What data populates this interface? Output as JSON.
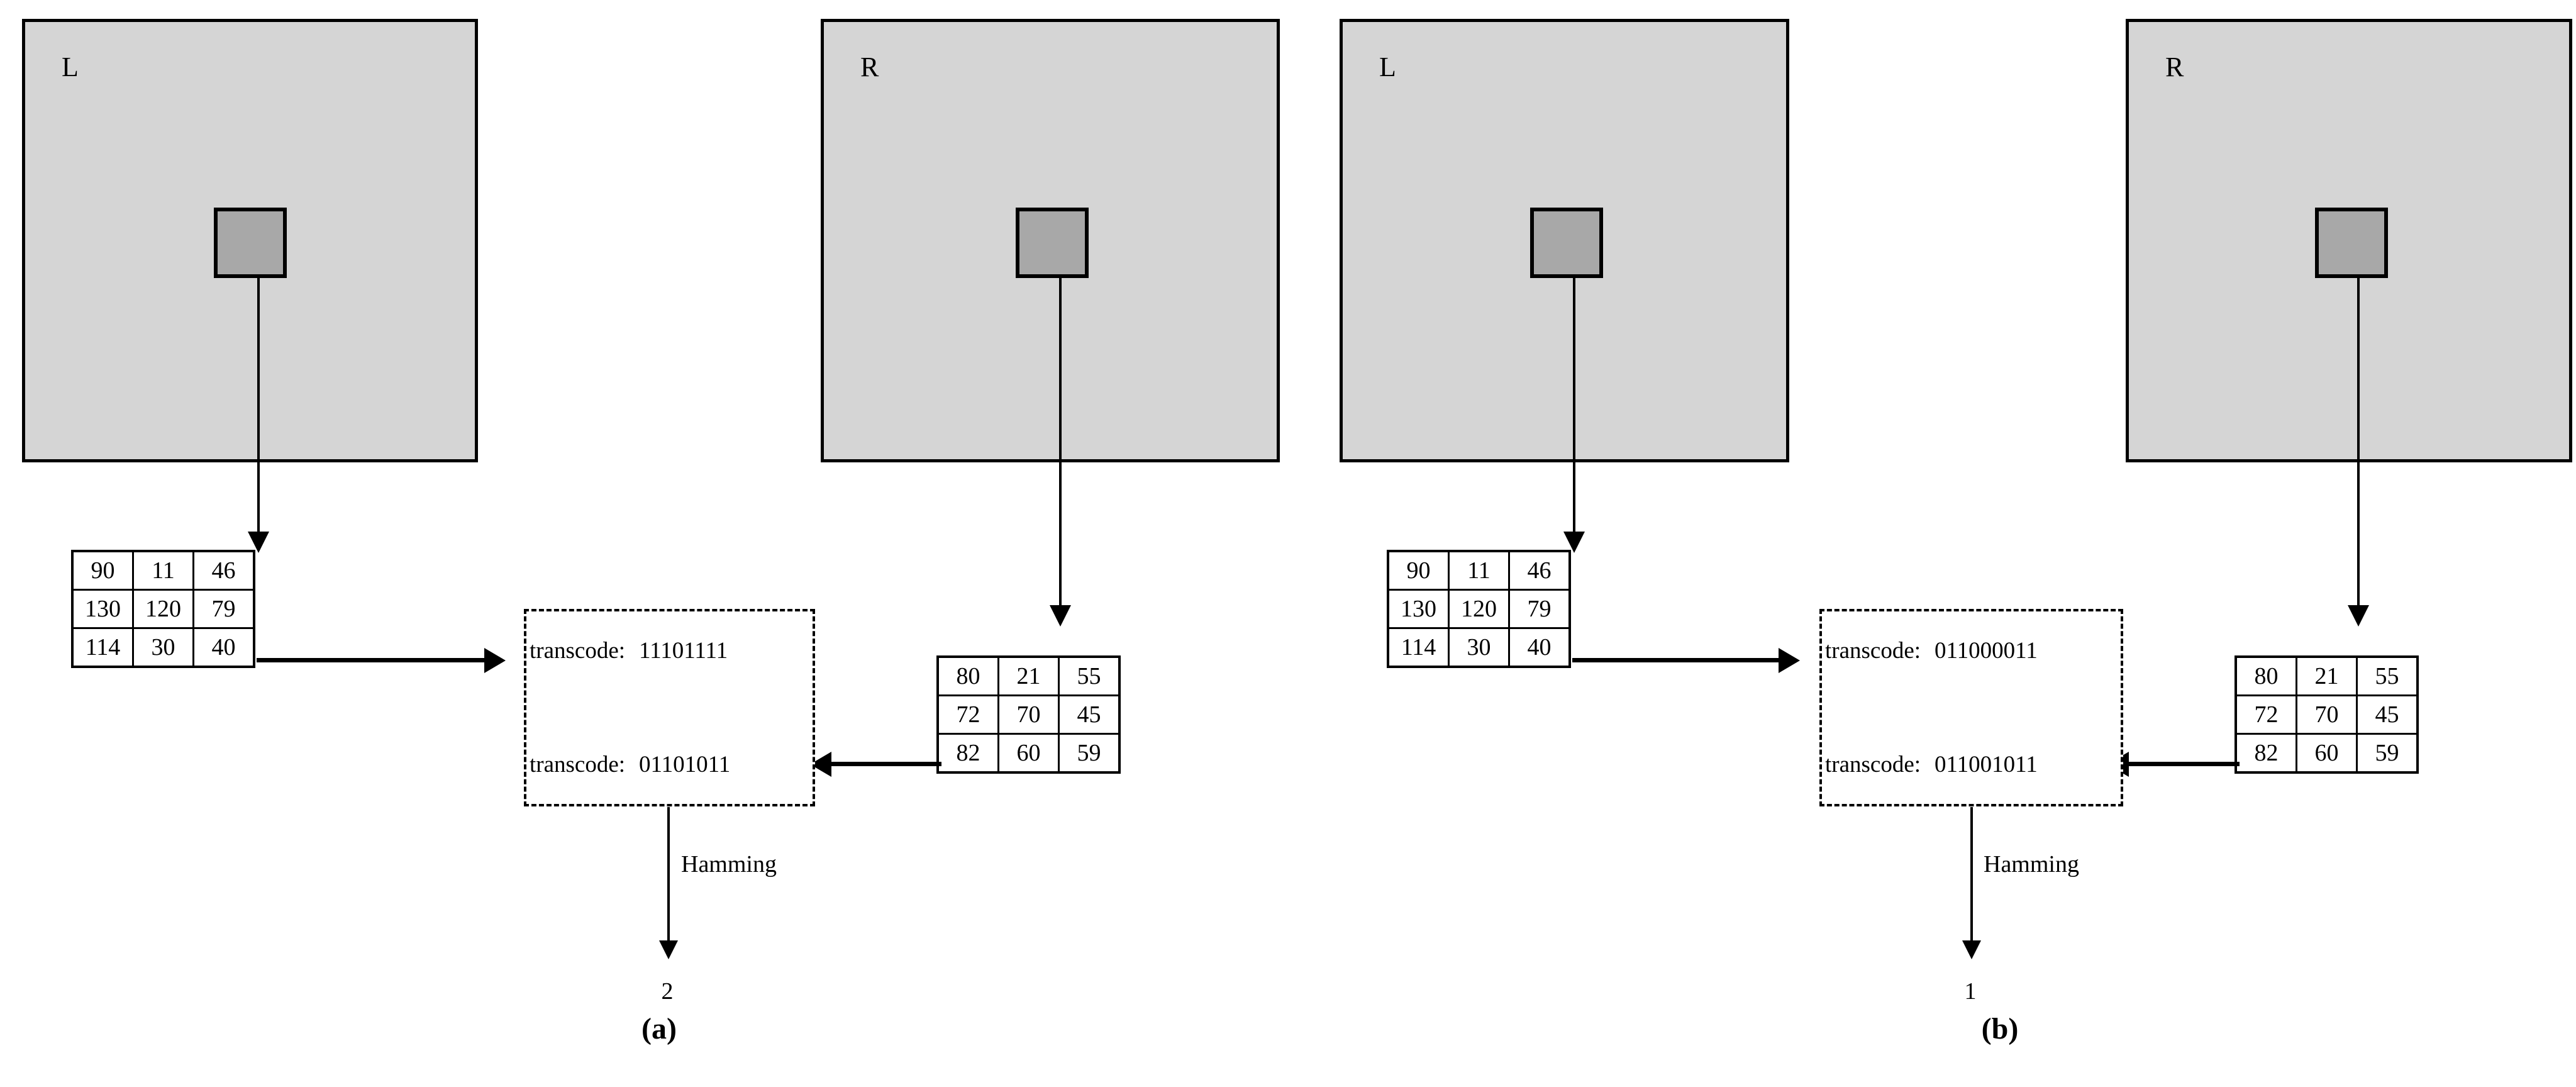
{
  "figure": {
    "panels": [
      {
        "id": "a",
        "caption": "(a)",
        "left_image": {
          "label": "L"
        },
        "right_image": {
          "label": "R"
        },
        "left_matrix": {
          "rows": [
            [
              "90",
              "11",
              "46"
            ],
            [
              "130",
              "120",
              "79"
            ],
            [
              "114",
              "30",
              "40"
            ]
          ]
        },
        "right_matrix": {
          "rows": [
            [
              "80",
              "21",
              "55"
            ],
            [
              "72",
              "70",
              "45"
            ],
            [
              "82",
              "60",
              "59"
            ]
          ]
        },
        "code_box": {
          "top_label": "transcode:",
          "top_bits": "11101111",
          "bottom_label": "transcode:",
          "bottom_bits": "01101011"
        },
        "hamming": {
          "label": "Hamming",
          "value": "2"
        }
      },
      {
        "id": "b",
        "caption": "(b)",
        "left_image": {
          "label": "L"
        },
        "right_image": {
          "label": "R"
        },
        "left_matrix": {
          "rows": [
            [
              "90",
              "11",
              "46"
            ],
            [
              "130",
              "120",
              "79"
            ],
            [
              "114",
              "30",
              "40"
            ]
          ]
        },
        "right_matrix": {
          "rows": [
            [
              "80",
              "21",
              "55"
            ],
            [
              "72",
              "70",
              "45"
            ],
            [
              "82",
              "60",
              "59"
            ]
          ]
        },
        "code_box": {
          "top_label": "transcode:",
          "top_bits": "011000011",
          "bottom_label": "transcode:",
          "bottom_bits": "011001011"
        },
        "hamming": {
          "label": "Hamming",
          "value": "1"
        }
      }
    ]
  },
  "colors": {
    "image_fill": "#d5d5d5",
    "patch_fill": "#a8a8a8",
    "stroke": "#000000",
    "background": "#ffffff"
  }
}
